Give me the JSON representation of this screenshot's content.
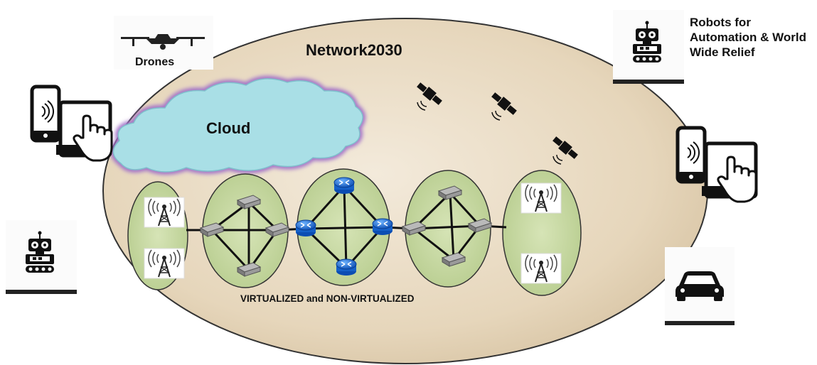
{
  "title": "Network2030",
  "labels": {
    "drones": "Drones",
    "cloud": "Cloud",
    "robots_line1": "Robots for",
    "robots_line2": "Automation & World",
    "robots_line3": "Wide Relief",
    "virtualized": "VIRTUALIZED and NON-VIRTUALIZED"
  },
  "colors": {
    "main_ellipse": "#eadcc4",
    "cluster_fill": "#c7d7a4",
    "cloud_fill": "#a9dfe6",
    "cloud_glow": "#a070c8",
    "router_blue": "#1a6fd8",
    "switch_gray": "#8a8a8a"
  },
  "icons": [
    "drone-icon",
    "robot-icon",
    "car-icon",
    "smartphone-touch-icon",
    "satellite-icon",
    "radio-tower-icon",
    "router-icon",
    "switch-icon"
  ]
}
